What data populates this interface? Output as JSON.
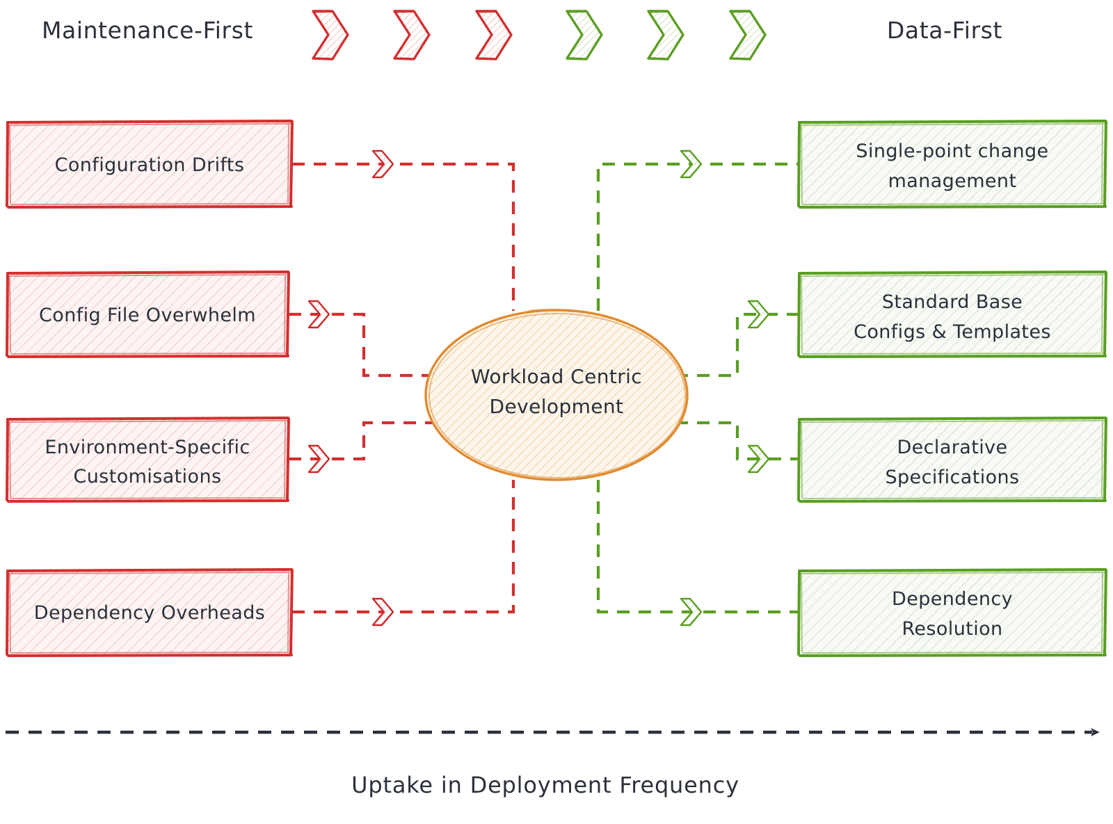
{
  "diagram": {
    "title_left": "Maintenance-First",
    "title_right": "Data-First",
    "axis_label": "Uptake in Deployment Frequency",
    "center_line1": "Workload Centric",
    "center_line2": "Development",
    "colors": {
      "red": "#d32f2f",
      "red_fill": "#fdf1f0",
      "green": "#5a9e21",
      "green_fill": "#f6f8f2",
      "orange": "#e08b30",
      "orange_fill": "#fdf3e6",
      "text": "#2b303b",
      "axis": "#2b303b"
    },
    "chevrons": [
      {
        "name": "chevron-1",
        "color": "red"
      },
      {
        "name": "chevron-2",
        "color": "red"
      },
      {
        "name": "chevron-3",
        "color": "red"
      },
      {
        "name": "chevron-4",
        "color": "green"
      },
      {
        "name": "chevron-5",
        "color": "green"
      },
      {
        "name": "chevron-6",
        "color": "green"
      }
    ],
    "problems": [
      {
        "id": "configuration-drifts",
        "line1": "Configuration Drifts",
        "line2": ""
      },
      {
        "id": "config-file-overwhelm",
        "line1": "Config File Overwhelm",
        "line2": ""
      },
      {
        "id": "environment-specific-customisations",
        "line1": "Environment-Specific",
        "line2": "Customisations"
      },
      {
        "id": "dependency-overheads",
        "line1": "Dependency Overheads",
        "line2": ""
      }
    ],
    "solutions": [
      {
        "id": "single-point-change-management",
        "line1": "Single-point change",
        "line2": "management"
      },
      {
        "id": "standard-base-configs-templates",
        "line1": "Standard Base",
        "line2": "Configs & Templates"
      },
      {
        "id": "declarative-specifications",
        "line1": "Declarative",
        "line2": "Specifications"
      },
      {
        "id": "dependency-resolution",
        "line1": "Dependency",
        "line2": "Resolution"
      }
    ]
  }
}
